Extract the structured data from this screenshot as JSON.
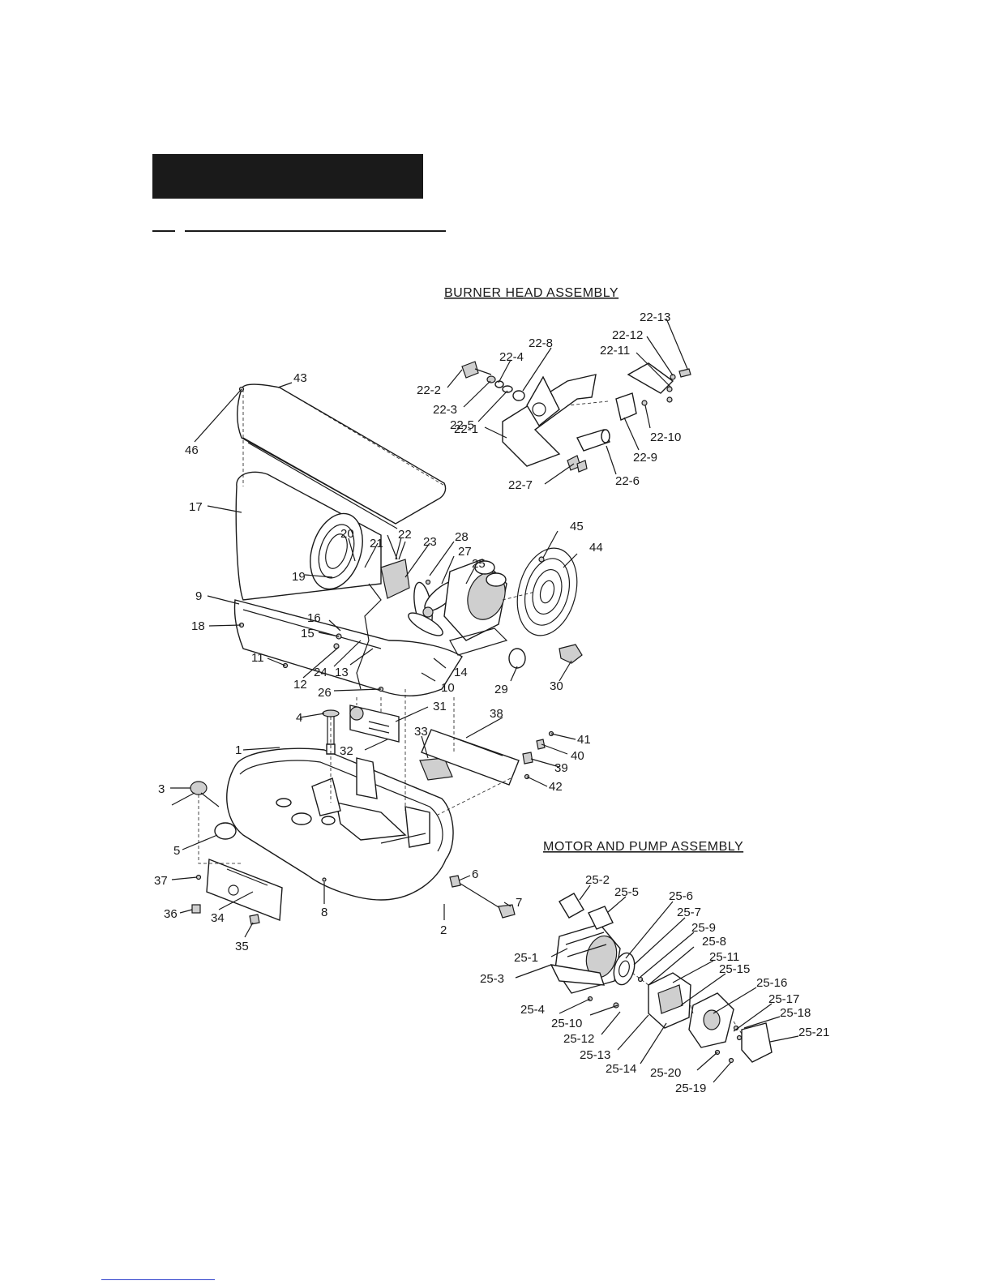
{
  "sections": {
    "burner_head_title": "BURNER HEAD ASSEMBLY",
    "motor_pump_title": "MOTOR AND PUMP ASSEMBLY"
  },
  "callouts": [
    "43",
    "46",
    "17",
    "9",
    "18",
    "11",
    "12",
    "15",
    "16",
    "19",
    "20",
    "21",
    "22",
    "23",
    "24",
    "13",
    "26",
    "10",
    "14",
    "28",
    "27",
    "25",
    "29",
    "30",
    "45",
    "44",
    "4",
    "31",
    "32",
    "33",
    "38",
    "41",
    "40",
    "39",
    "42",
    "1",
    "3",
    "5",
    "37",
    "36",
    "34",
    "35",
    "8",
    "2",
    "6",
    "7",
    "22-13",
    "22-12",
    "22-11",
    "22-8",
    "22-4",
    "22-2",
    "22-3",
    "22-5",
    "22-1",
    "22-10",
    "22-9",
    "22-6",
    "22-7",
    "25-2",
    "25-5",
    "25-6",
    "25-7",
    "25-9",
    "25-8",
    "25-11",
    "25-15",
    "25-16",
    "25-17",
    "25-18",
    "25-21",
    "25-1",
    "25-3",
    "25-4",
    "25-10",
    "25-12",
    "25-13",
    "25-14",
    "25-20",
    "25-19"
  ],
  "colors": {
    "ink": "#1a1a1a",
    "header_bar": "#1a1a1a",
    "link": "#3344cc"
  }
}
